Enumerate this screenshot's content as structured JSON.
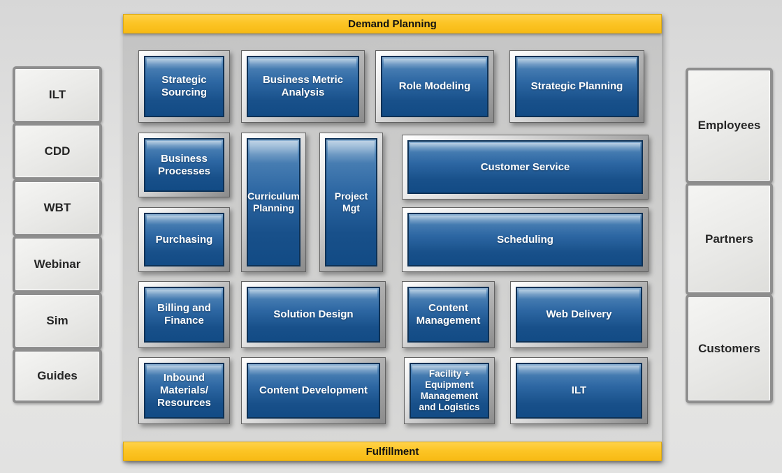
{
  "diagram": {
    "top_banner": "Demand Planning",
    "bottom_banner": "Fulfillment",
    "left_items": [
      "ILT",
      "CDD",
      "WBT",
      "Webinar",
      "Sim",
      "Guides"
    ],
    "right_items": [
      "Employees",
      "Partners",
      "Customers"
    ],
    "process_boxes": {
      "strategic_sourcing": "Strategic Sourcing",
      "business_metric_analysis": "Business Metric Analysis",
      "role_modeling": "Role Modeling",
      "strategic_planning": "Strategic Planning",
      "business_processes": "Business Processes",
      "curriculum_planning": "Curriculum Planning",
      "project_mgt": "Project Mgt",
      "customer_service": "Customer Service",
      "purchasing": "Purchasing",
      "scheduling": "Scheduling",
      "billing_and_finance": "Billing and Finance",
      "solution_design": "Solution Design",
      "content_management": "Content Management",
      "web_delivery": "Web Delivery",
      "inbound_materials_resources": "Inbound Materials/ Resources",
      "content_development": "Content Development",
      "facility_equipment": "Facility + Equipment Management and Logistics",
      "ilt": "ILT"
    },
    "colors": {
      "banner_yellow": "#fcc526",
      "box_blue_top": "#4e83b6",
      "box_blue_bottom": "#124b85",
      "frame_silver": "#b5b5b5",
      "panel_gray": "#cbcbcb",
      "sidebar_gray": "#e9e9e7"
    }
  }
}
